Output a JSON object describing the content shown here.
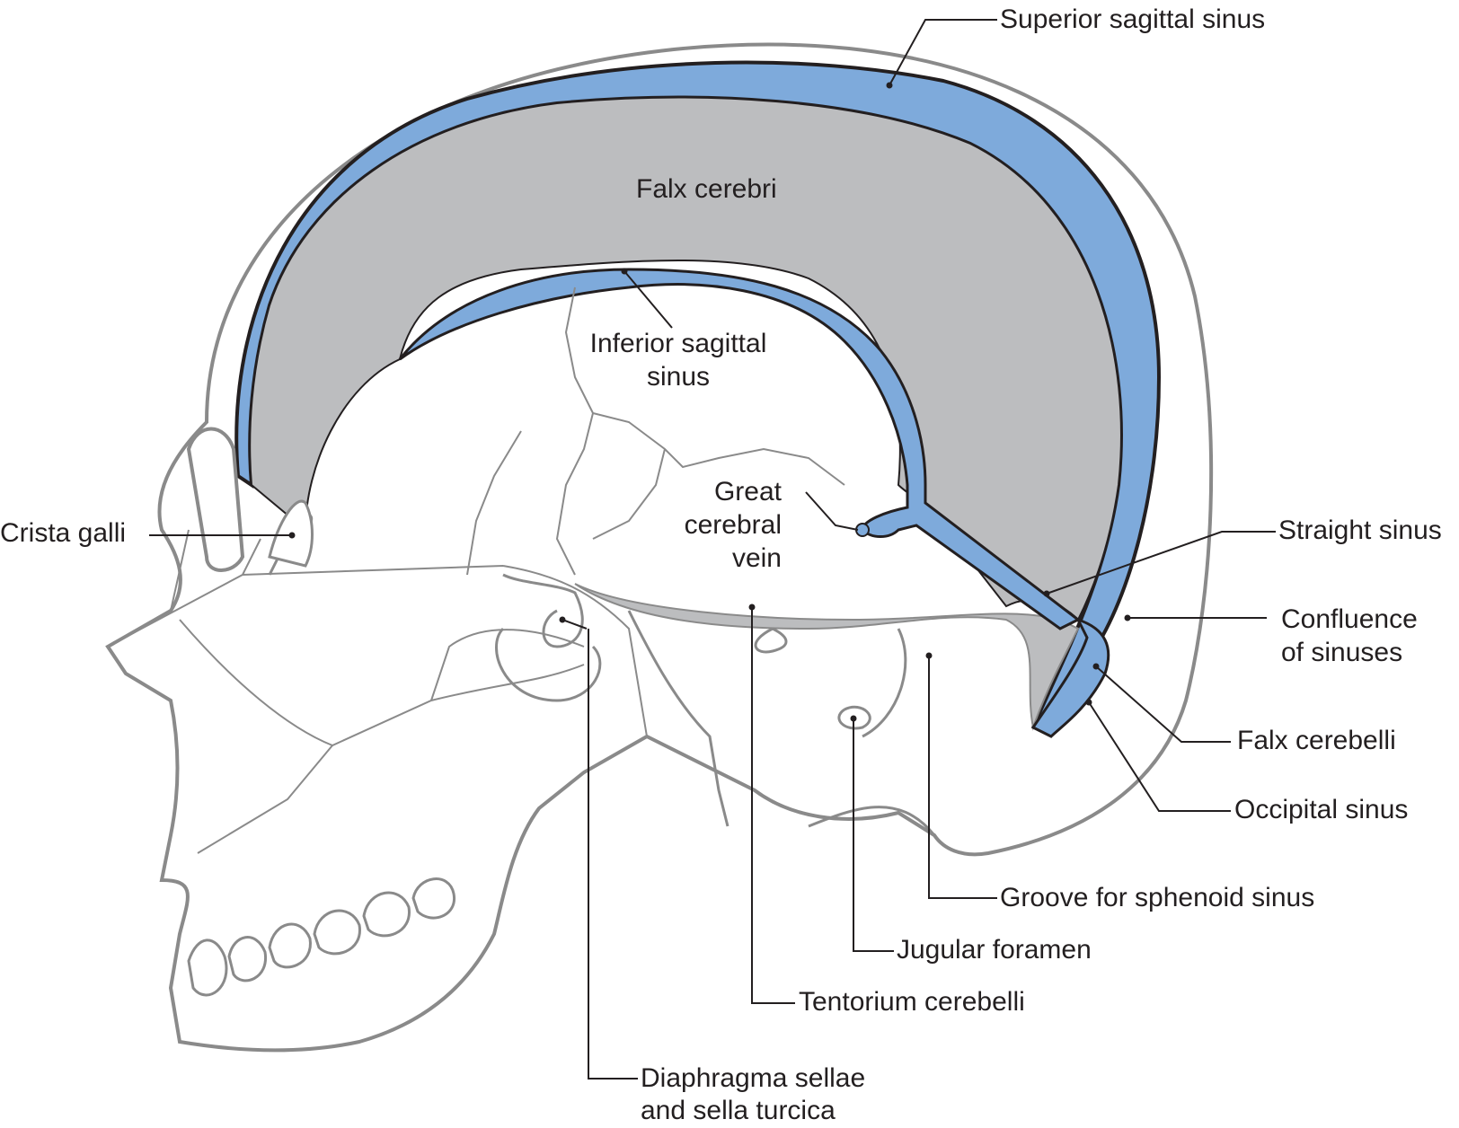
{
  "figure": {
    "title": "Dural venous sinuses and dural folds, sagittal view of skull",
    "colors": {
      "sinus_blue": "#7eaadb",
      "dura_gray": "#bcbdbf",
      "bone_outline": "#8a8a8a",
      "sinus_outline": "#231f20",
      "text": "#231f20"
    },
    "labels": {
      "superior_sagittal_sinus": "Superior sagittal sinus",
      "falx_cerebri": "Falx cerebri",
      "inferior_sagittal_sinus_1": "Inferior sagittal",
      "inferior_sagittal_sinus_2": "sinus",
      "great_cerebral_vein_1": "Great",
      "great_cerebral_vein_2": "cerebral",
      "great_cerebral_vein_3": "vein",
      "crista_galli": "Crista galli",
      "straight_sinus": "Straight sinus",
      "confluence_1": "Confluence",
      "confluence_2": "of sinuses",
      "falx_cerebelli": "Falx cerebelli",
      "occipital_sinus": "Occipital sinus",
      "groove_sphenoid": "Groove for sphenoid sinus",
      "jugular_foramen": "Jugular foramen",
      "tentorium_cerebelli": "Tentorium cerebelli",
      "diaphragma_1": "Diaphragma sellae",
      "diaphragma_2": "and sella turcica"
    }
  }
}
